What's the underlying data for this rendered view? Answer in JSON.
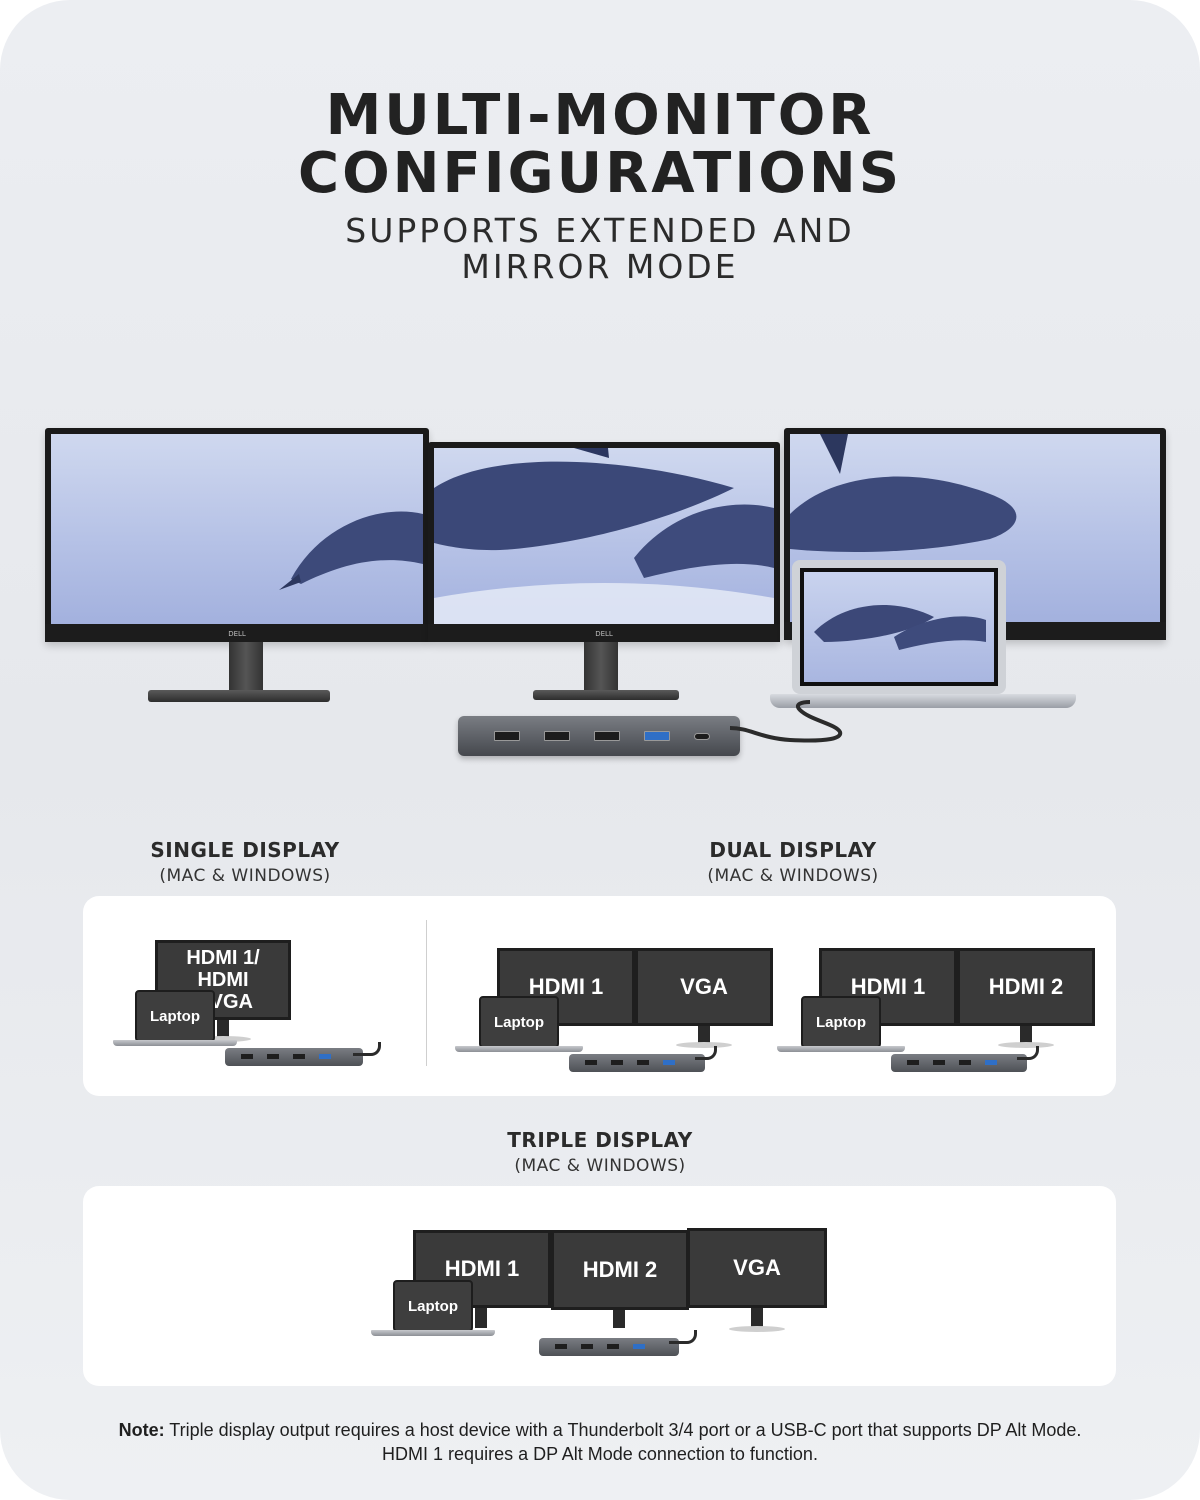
{
  "header": {
    "title_line1": "MULTI-MONITOR",
    "title_line2": "CONFIGURATIONS",
    "subtitle_line1": "SUPPORTS EXTENDED AND",
    "subtitle_line2": "MIRROR MODE"
  },
  "hero": {
    "monitor_brand": "DELL"
  },
  "single": {
    "heading": "SINGLE DISPLAY",
    "sub": "(MAC & WINDOWS)",
    "monitor_label": "HDMI 1/ HDMI 2/VGA",
    "laptop_label": "Laptop"
  },
  "dual": {
    "heading": "DUAL DISPLAY",
    "sub": "(MAC & WINDOWS)",
    "config_a": {
      "left": "HDMI 1",
      "right": "VGA",
      "laptop": "Laptop"
    },
    "config_b": {
      "left": "HDMI 1",
      "right": "HDMI 2",
      "laptop": "Laptop"
    }
  },
  "triple": {
    "heading": "TRIPLE DISPLAY",
    "sub": "(MAC & WINDOWS)",
    "left": "HDMI 1",
    "middle": "HDMI 2",
    "right": "VGA",
    "laptop": "Laptop"
  },
  "note": {
    "label": "Note:",
    "line1": "Triple display output requires a host device with a Thunderbolt 3/4 port or a USB-C port that supports DP Alt Mode.",
    "line2": "HDMI 1 requires a DP Alt Mode connection to function."
  },
  "colors": {
    "background": "#e8eaee",
    "card": "#ffffff",
    "monitor_label_bg": "#3a3a3a",
    "usb_blue": "#2f6fc6"
  }
}
